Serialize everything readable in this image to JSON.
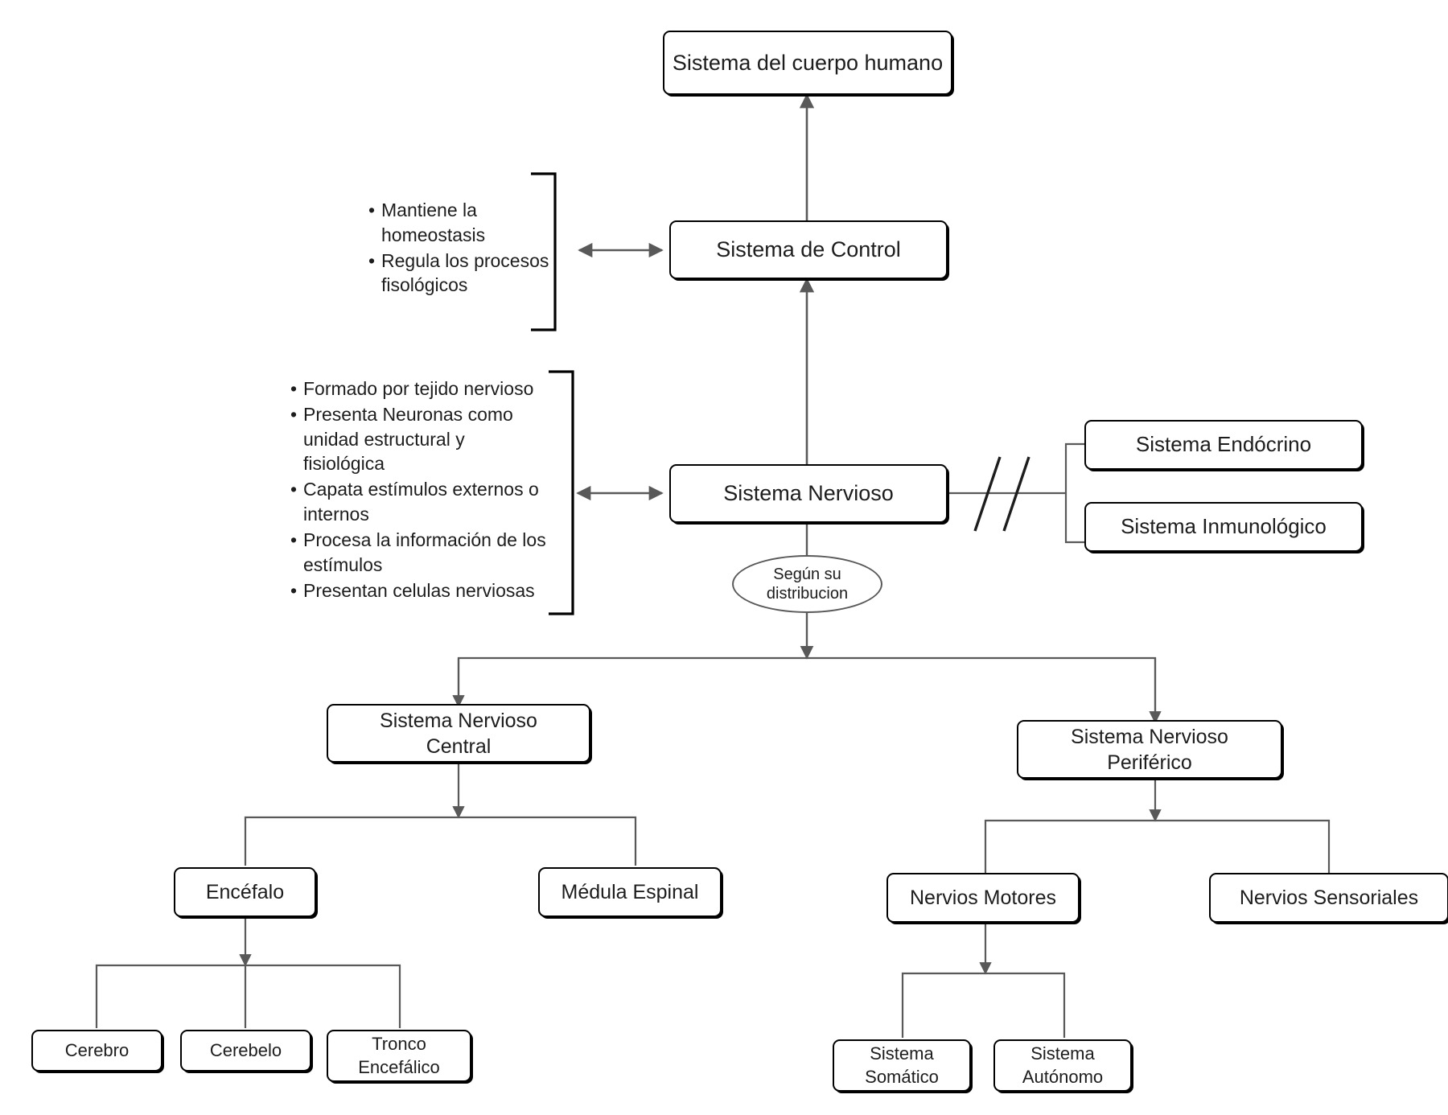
{
  "diagram": {
    "title_text": "Sistema del cuerpo humano",
    "language": "es",
    "colors": {
      "node_border": "#000000",
      "node_fill": "#ffffff",
      "edge": "#595959",
      "text": "#1d1d1d",
      "background": "#ffffff"
    }
  },
  "nodes": {
    "cuerpo_humano": {
      "label": "Sistema del cuerpo humano"
    },
    "sistema_control": {
      "label": "Sistema de Control"
    },
    "sistema_nervioso": {
      "label": "Sistema Nervioso"
    },
    "sistema_endocrino": {
      "label": "Sistema Endócrino"
    },
    "sistema_inmunologico": {
      "label": "Sistema Inmunológico"
    },
    "segun_distribucion": {
      "label": "Según su\ndistribucion"
    },
    "snc": {
      "label": "Sistema Nervioso\nCentral"
    },
    "snp": {
      "label": "Sistema Nervioso\nPeriférico"
    },
    "encefalo": {
      "label": "Encéfalo"
    },
    "medula_espinal": {
      "label": "Médula Espinal"
    },
    "nervios_motores": {
      "label": "Nervios Motores"
    },
    "nervios_sensoriales": {
      "label": "Nervios Sensoriales"
    },
    "cerebro": {
      "label": "Cerebro"
    },
    "cerebelo": {
      "label": "Cerebelo"
    },
    "tronco_encefalico": {
      "label": "Tronco\nEncefálico"
    },
    "sistema_somatico": {
      "label": "Sistema\nSomático"
    },
    "sistema_autonomo": {
      "label": "Sistema\nAutónomo"
    }
  },
  "notes": {
    "control_note": {
      "items": [
        "Mantiene la homeostasis",
        "Regula los procesos fisológicos"
      ]
    },
    "nervioso_note": {
      "items": [
        "Formado por tejido nervioso",
        "Presenta Neuronas como unidad estructural y fisiológica",
        "Capata estímulos externos o internos",
        "Procesa la información de los estímulos",
        "Presentan celulas nerviosas"
      ]
    }
  },
  "marks": {
    "cut_mark": "//"
  }
}
